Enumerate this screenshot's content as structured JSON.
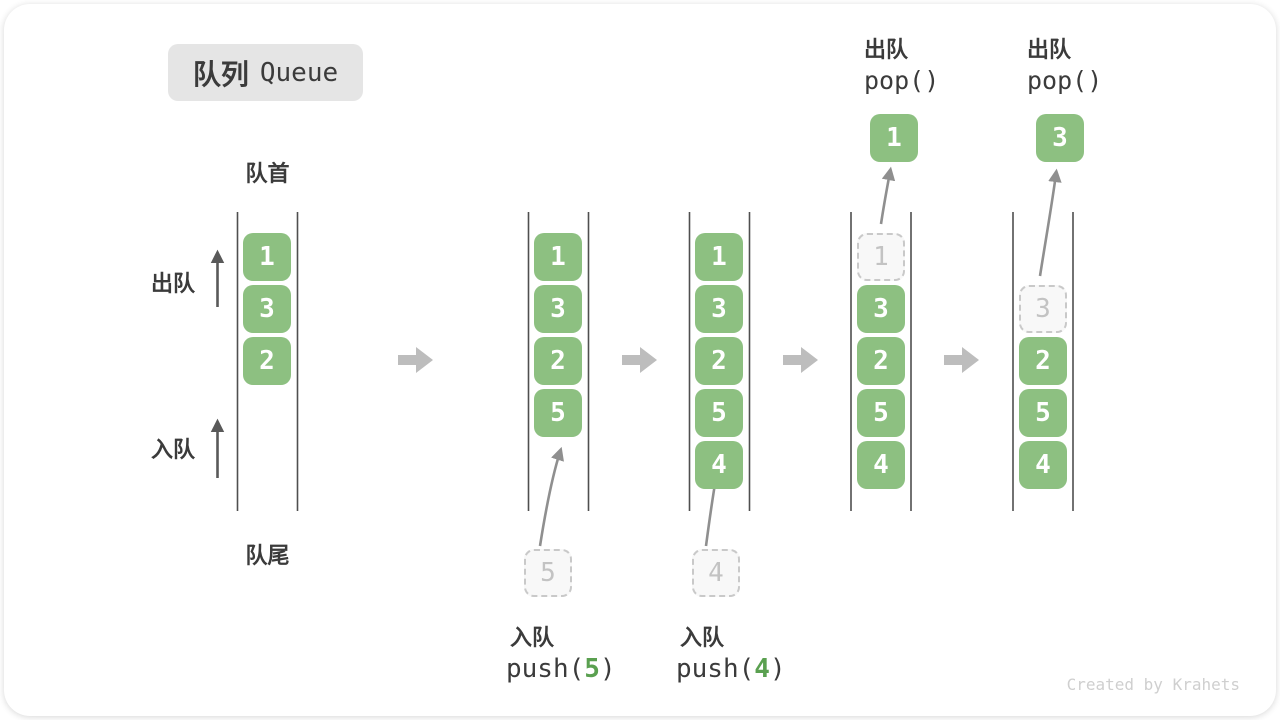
{
  "title": {
    "zh": "队列",
    "en": "Queue"
  },
  "labels": {
    "front": "队首",
    "rear": "队尾",
    "dequeue_side": "出队",
    "enqueue_side": "入队",
    "watermark": "Created by Krahets"
  },
  "columns": [
    {
      "cells": [
        "1",
        "3",
        "2"
      ]
    },
    {
      "cells": [
        "1",
        "3",
        "2",
        "5"
      ],
      "staged": "5",
      "op": {
        "label": "入队",
        "fn": "push(",
        "arg": "5",
        "close": ")"
      }
    },
    {
      "cells": [
        "1",
        "3",
        "2",
        "5",
        "4"
      ],
      "staged": "4",
      "op": {
        "label": "入队",
        "fn": "push(",
        "arg": "4",
        "close": ")"
      }
    },
    {
      "ghost": "1",
      "cells": [
        "3",
        "2",
        "5",
        "4"
      ],
      "popped": "1",
      "op": {
        "label": "出队",
        "fn": "pop()"
      }
    },
    {
      "ghost": "3",
      "cells": [
        "2",
        "5",
        "4"
      ],
      "popped": "3",
      "op": {
        "label": "出队",
        "fn": "pop()"
      }
    }
  ],
  "colors": {
    "green": "#8dc081",
    "green-dark": "#5aa050",
    "ink": "#3b3b3b",
    "line": "#4f4f4f",
    "arrow": "#8f8f8f",
    "transition": "#bdbdbd",
    "ghost-border": "#c9c9c9",
    "ghost-text": "#c3c3c3",
    "ghost-bg": "#f8f8f8",
    "badge-bg": "#e5e5e5",
    "watermark": "#cfcfcf"
  }
}
